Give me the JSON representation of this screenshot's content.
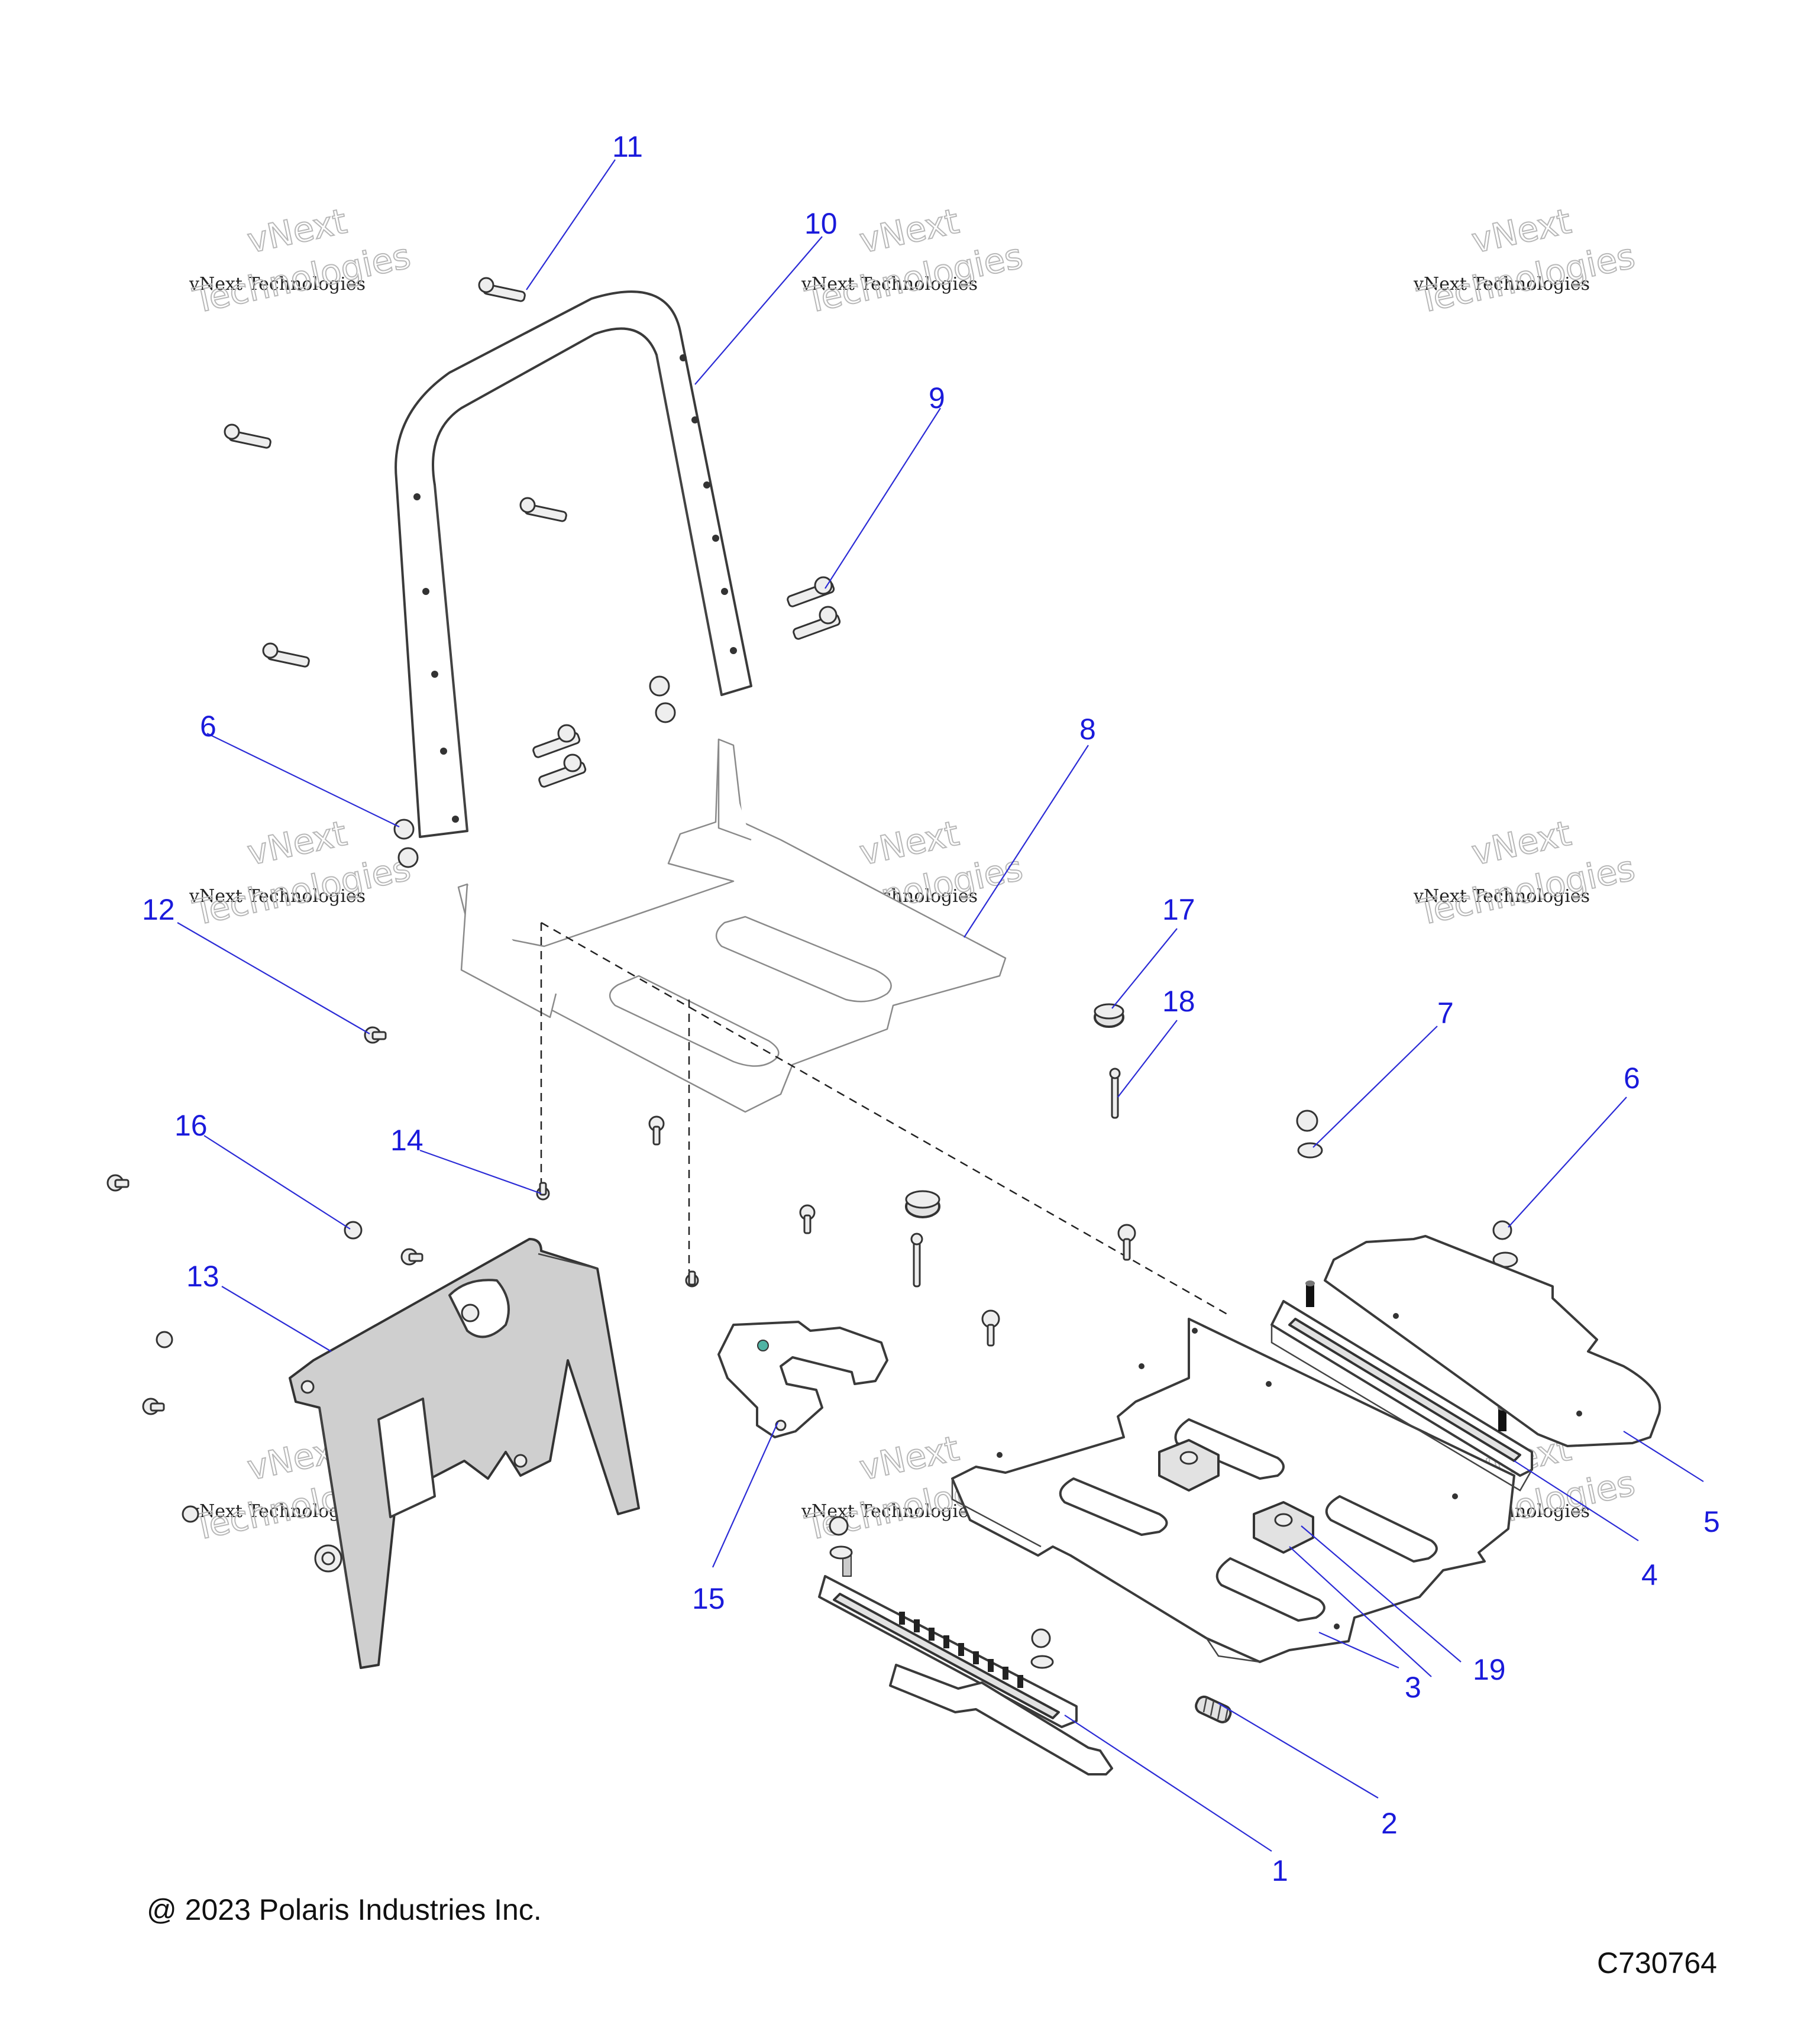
{
  "callouts": [
    {
      "id": "c1",
      "label": "1"
    },
    {
      "id": "c2",
      "label": "2"
    },
    {
      "id": "c3",
      "label": "3"
    },
    {
      "id": "c4",
      "label": "4"
    },
    {
      "id": "c5",
      "label": "5"
    },
    {
      "id": "c6a",
      "label": "6"
    },
    {
      "id": "c6b",
      "label": "6"
    },
    {
      "id": "c7",
      "label": "7"
    },
    {
      "id": "c8",
      "label": "8"
    },
    {
      "id": "c9",
      "label": "9"
    },
    {
      "id": "c10",
      "label": "10"
    },
    {
      "id": "c11",
      "label": "11"
    },
    {
      "id": "c12",
      "label": "12"
    },
    {
      "id": "c13",
      "label": "13"
    },
    {
      "id": "c14",
      "label": "14"
    },
    {
      "id": "c15",
      "label": "15"
    },
    {
      "id": "c16",
      "label": "16"
    },
    {
      "id": "c17",
      "label": "17"
    },
    {
      "id": "c18",
      "label": "18"
    },
    {
      "id": "c19",
      "label": "19"
    }
  ],
  "watermark": {
    "line1": "vNext",
    "line2": "vNext Technologies",
    "line3": "Technologies"
  },
  "footer": {
    "copyright": "@ 2023 Polaris Industries Inc.",
    "drawing_id": "C730764"
  },
  "colors": {
    "callout": "#1a1adb",
    "line": "#333333",
    "part_fill_grey": "#cfcfcf"
  }
}
